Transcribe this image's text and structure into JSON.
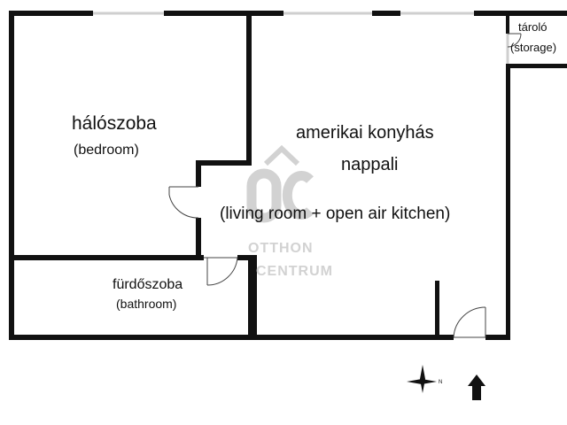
{
  "rooms": {
    "bedroom": {
      "label_hu": "hálószoba",
      "label_en": "(bedroom)"
    },
    "living": {
      "label_hu_line1": "amerikai konyhás",
      "label_hu_line2": "nappali",
      "label_en": "(living room + open air kitchen)"
    },
    "bathroom": {
      "label_hu": "fürdőszoba",
      "label_en": "(bathroom)"
    },
    "storage": {
      "label_hu": "tároló",
      "label_en": "(storage)"
    }
  },
  "watermark": {
    "line1": "OTTHON",
    "line2": "CENTRUM",
    "logo_text": "OC"
  },
  "compass": {
    "north_label": "N"
  },
  "colors": {
    "wall": "#111111",
    "window": "#cfcfcf",
    "watermark": "#d2d2d2"
  }
}
